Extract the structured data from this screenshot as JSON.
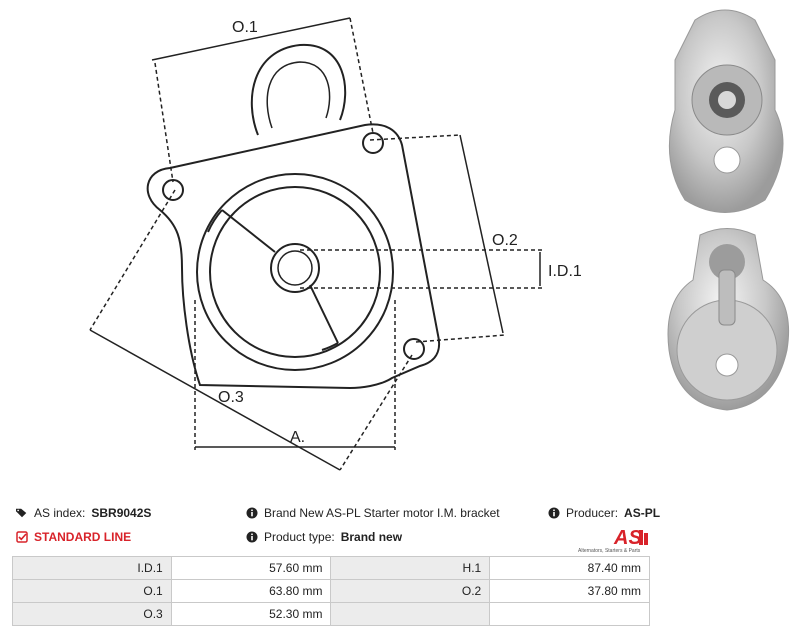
{
  "drawing": {
    "labels": {
      "o1": "O.1",
      "o2": "O.2",
      "o3": "O.3",
      "id1": "I.D.1",
      "a": "A."
    }
  },
  "info": {
    "as_index_label": "AS index:",
    "as_index_value": "SBR9042S",
    "line": "STANDARD LINE",
    "description": "Brand New AS-PL Starter motor I.M. bracket",
    "product_type_label": "Product type:",
    "product_type_value": "Brand new",
    "producer_label": "Producer:",
    "producer_value": "AS-PL"
  },
  "logo": {
    "mark": "AS",
    "tagline": "Alternators, Starters & Parts"
  },
  "specs": [
    {
      "k1": "I.D.1",
      "v1": "57.60 mm",
      "k2": "H.1",
      "v2": "87.40 mm"
    },
    {
      "k1": "O.1",
      "v1": "63.80 mm",
      "k2": "O.2",
      "v2": "37.80 mm"
    },
    {
      "k1": "O.3",
      "v1": "52.30 mm",
      "k2": "",
      "v2": ""
    }
  ],
  "colors": {
    "accent_red": "#d8232a",
    "line": "#222222",
    "table_key_bg": "#ececec",
    "table_border": "#c9c9c9"
  }
}
